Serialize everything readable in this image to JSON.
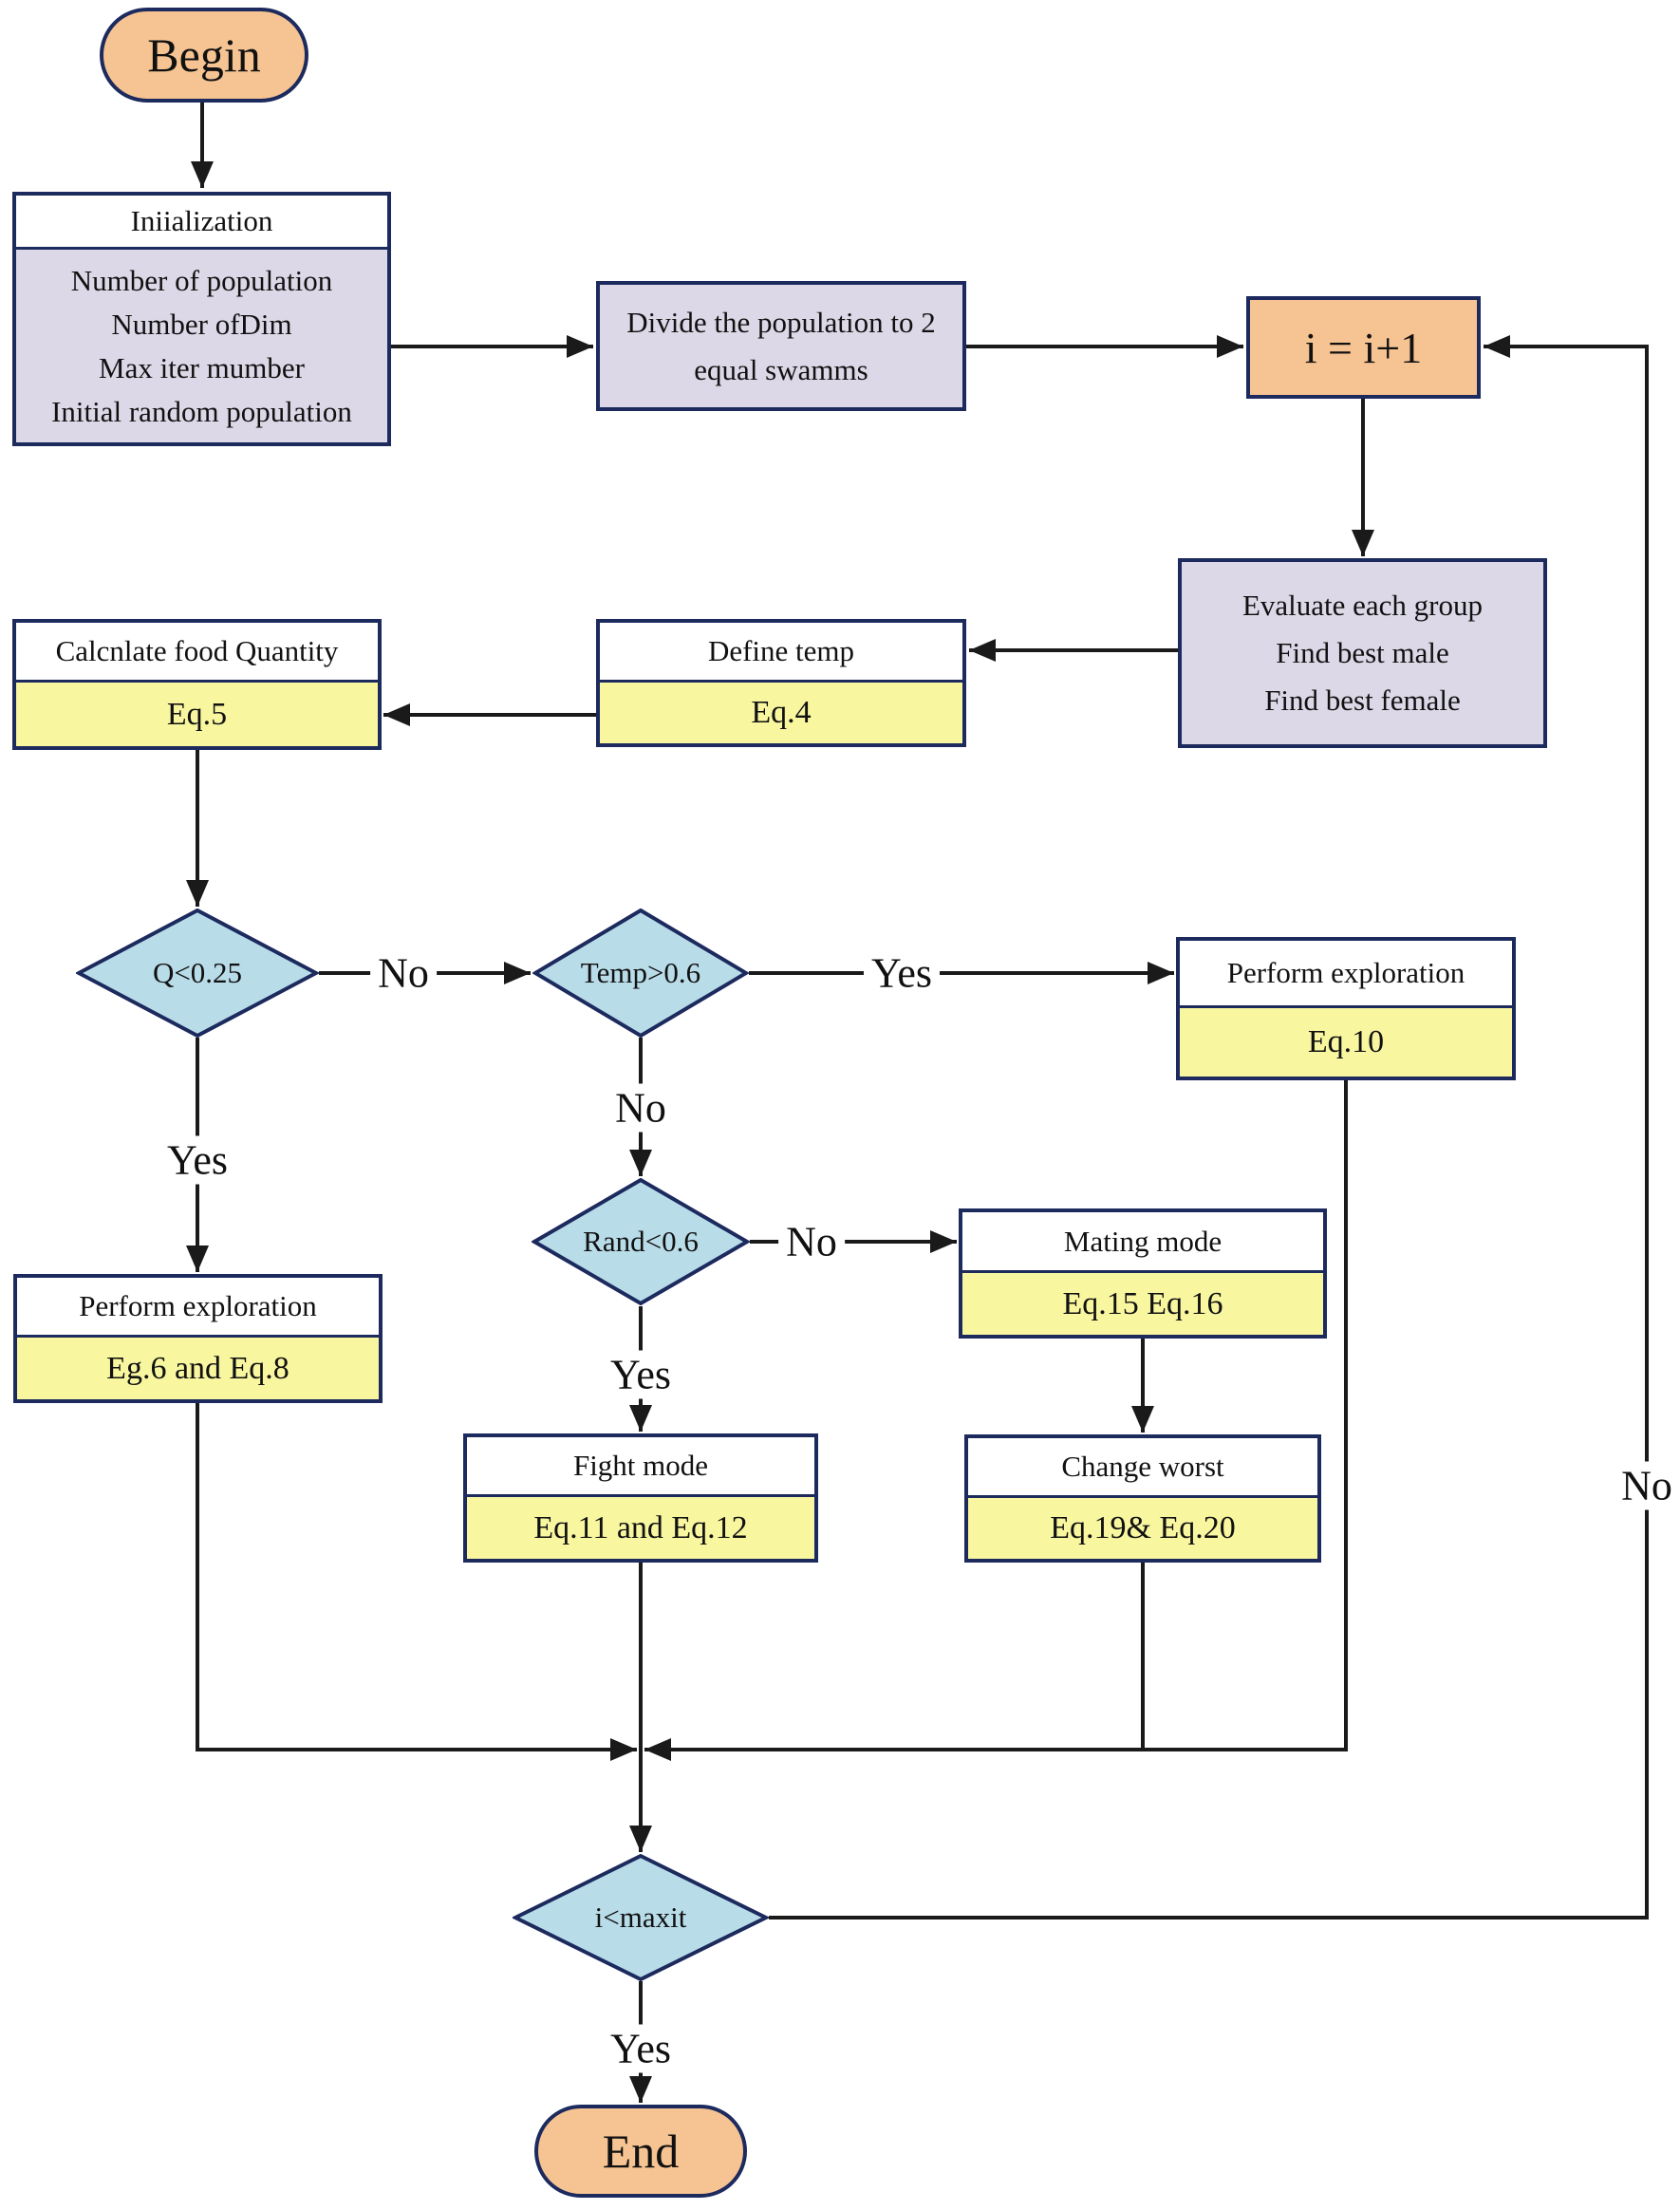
{
  "flowchart": {
    "terminals": {
      "begin": "Begin",
      "end": "End"
    },
    "process": {
      "init": {
        "header": "Iniialization",
        "lines": [
          "Number of population",
          "Number ofDim",
          "Max iter mumber",
          "Initial random population"
        ]
      },
      "divide": {
        "lines": [
          "Divide the population to 2",
          "equal swamms"
        ]
      },
      "increment": {
        "label": "i = i+1"
      },
      "evaluate": {
        "lines": [
          "Evaluate each group",
          "Find best male",
          "Find best female"
        ]
      }
    },
    "eq_boxes": {
      "define_temp": {
        "header": "Define temp",
        "eq": "Eq.4"
      },
      "calc_food": {
        "header": "Calcnlate food Quantity",
        "eq": "Eq.5"
      },
      "explore_right": {
        "header": "Perform exploration",
        "eq": "Eq.10"
      },
      "explore_left": {
        "header": "Perform exploration",
        "eq": "Eg.6 and Eq.8"
      },
      "mating": {
        "header": "Mating mode",
        "eq": "Eq.15 Eq.16"
      },
      "fight": {
        "header": "Fight mode",
        "eq": "Eq.11 and Eq.12"
      },
      "change_worst": {
        "header": "Change worst",
        "eq": "Eq.19& Eq.20"
      }
    },
    "decisions": {
      "food": "Q<0.25",
      "temp": "Temp>0.6",
      "rand": "Rand<0.6",
      "iter": "i<maxit"
    },
    "edge_labels": {
      "food_no": "No",
      "food_yes": "Yes",
      "temp_yes": "Yes",
      "temp_no": "No",
      "rand_no": "No",
      "rand_yes": "Yes",
      "iter_yes": "Yes",
      "iter_no": "No"
    },
    "colors": {
      "terminal_fill": "#F6C392",
      "process_fill": "#DCD8E7",
      "equation_fill": "#F9F6A0",
      "decision_fill": "#B9DCE9",
      "border": "#1C2A5E",
      "line": "#1A1A1A"
    }
  }
}
